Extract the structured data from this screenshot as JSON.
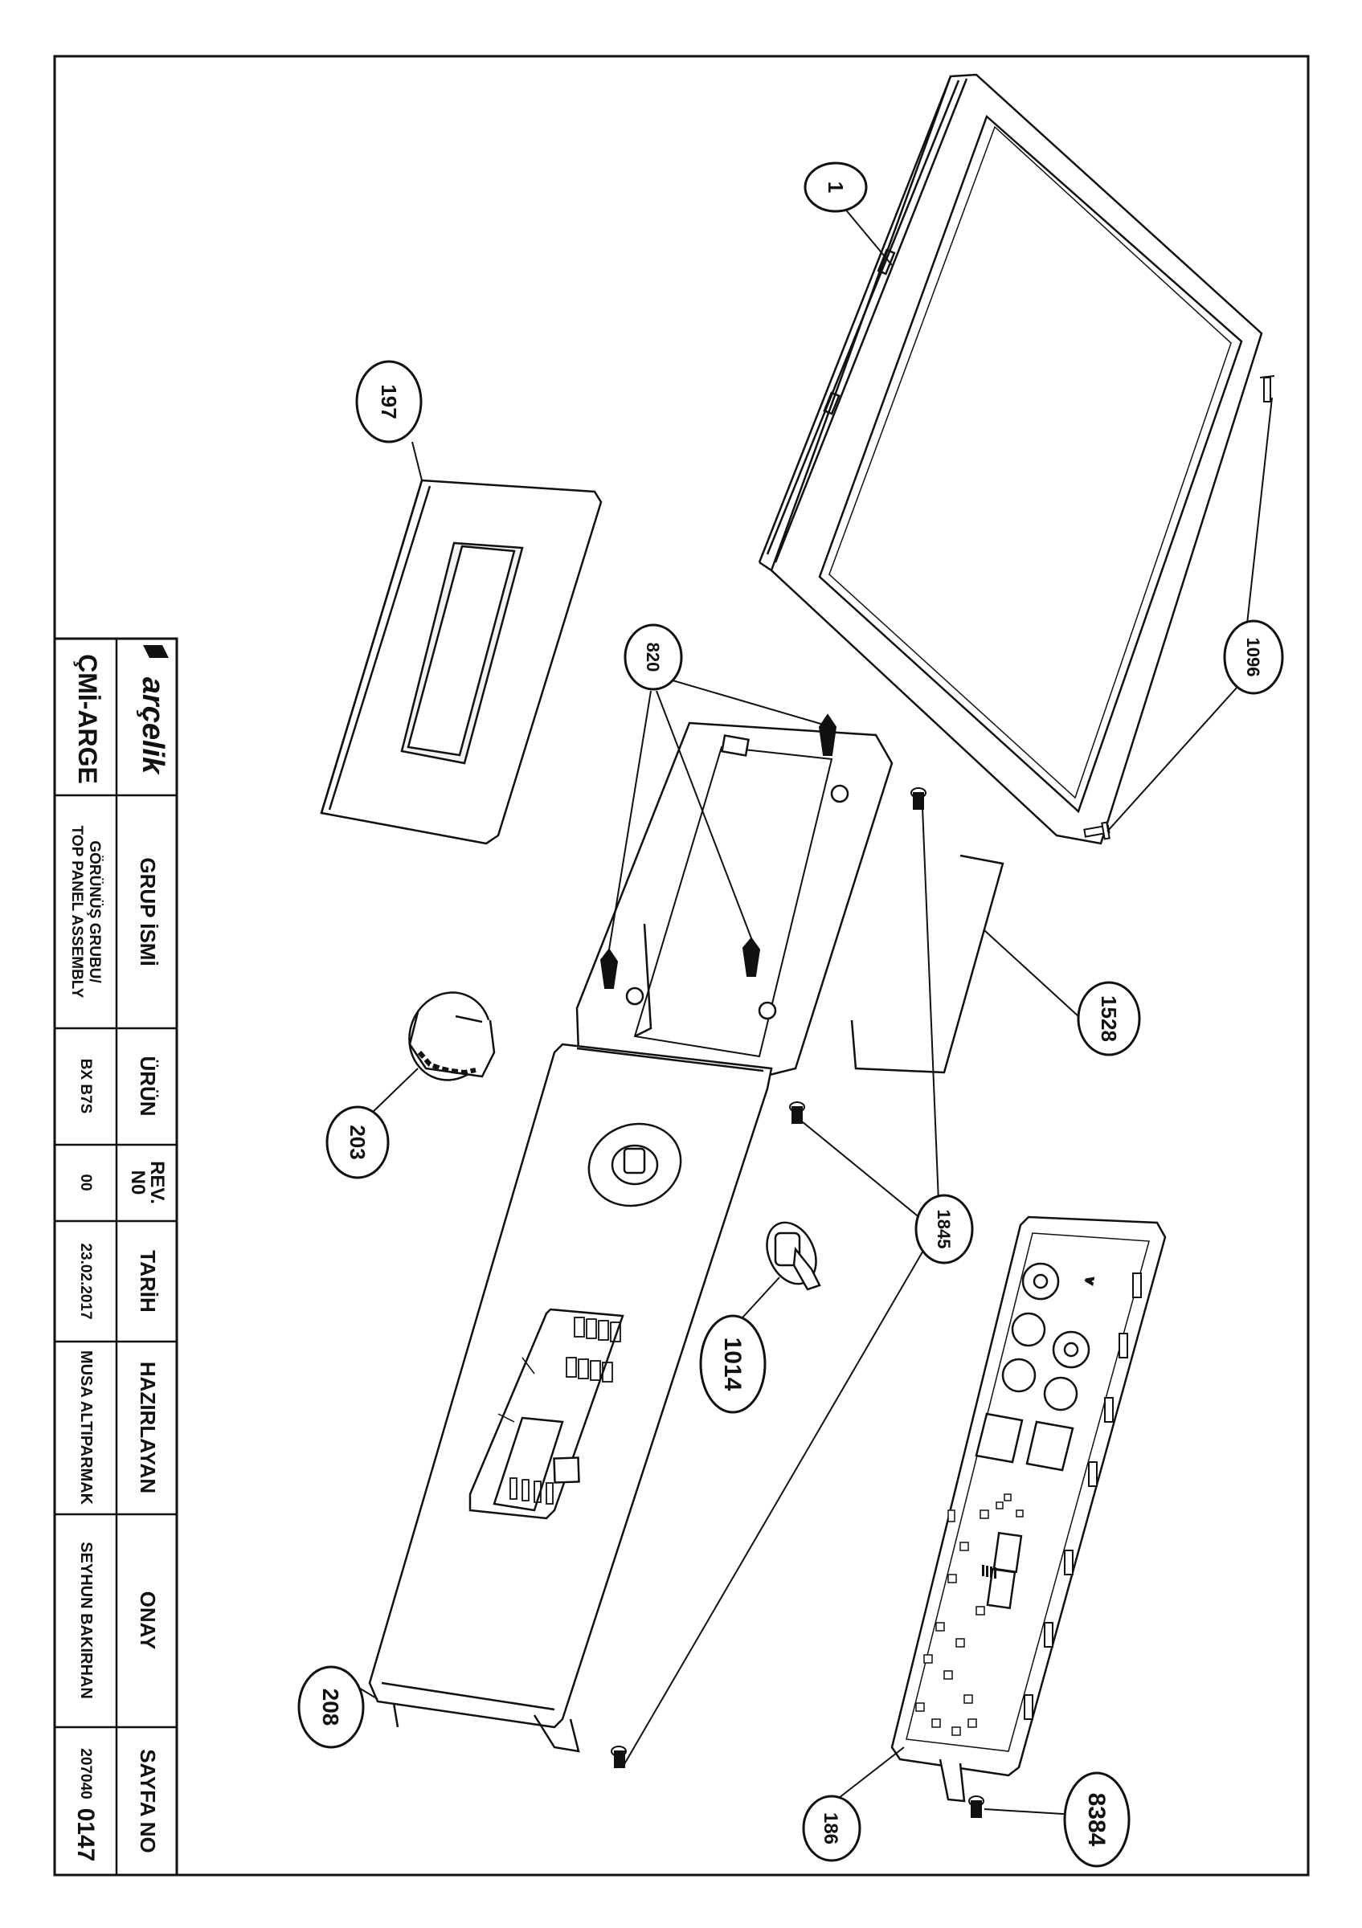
{
  "title_block": {
    "brand": "arçelik",
    "department": "ÇMİ-ARGE",
    "group_label": "GRUP İSMİ",
    "group_value_tr": "GÖRÜNÜŞ GRUBU/",
    "group_value_en": "TOP PANEL ASSEMBLY",
    "product_label": "ÜRÜN",
    "product_value": "BX B7S",
    "rev_label_1": "REV.",
    "rev_label_2": "N0",
    "rev_value": "00",
    "date_label": "TARİH",
    "date_value": "23.02.2017",
    "prepared_label": "HAZIRLAYAN",
    "prepared_value": "MUSA ALTIPARMAK",
    "approved_label": "ONAY",
    "approved_value": "SEYHUN BAKIRHAN",
    "page_label": "SAYFA NO",
    "page_prefix": "207040",
    "page_number": "0147"
  },
  "callouts": [
    "1",
    "197",
    "820",
    "1096",
    "1528",
    "203",
    "1845",
    "1014",
    "208",
    "186",
    "8384"
  ],
  "pcb_marking": "A"
}
